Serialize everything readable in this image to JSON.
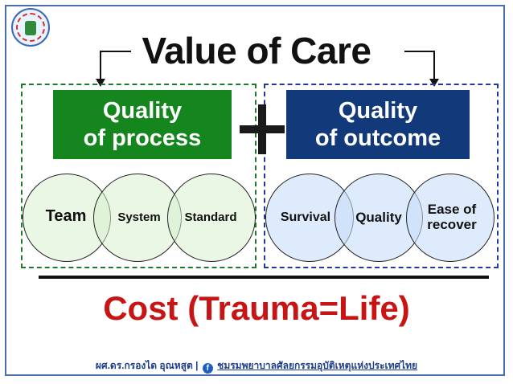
{
  "title": "Value of Care",
  "process_box": {
    "line1": "Quality",
    "line2": "of process",
    "color": "#15851e"
  },
  "outcome_box": {
    "line1": "Quality",
    "line2": "of outcome",
    "color": "#123a7a"
  },
  "process_circles": [
    "Team",
    "System",
    "Standard"
  ],
  "outcome_circles": [
    "Survival",
    "Quality",
    "Ease of recover"
  ],
  "cost_text": "Cost (Trauma=Life)",
  "footer": {
    "author": "ผศ.ดร.กรองได อุณหสูต |",
    "facebook_icon": "facebook-icon",
    "facebook_glyph": "f",
    "page": "ชมรมพยาบาลศัลยกรรมอุบัติเหตุแห่งประเทศไทย"
  },
  "colors": {
    "process": "#15851e",
    "outcome": "#123a7a",
    "cost": "#c71414"
  }
}
